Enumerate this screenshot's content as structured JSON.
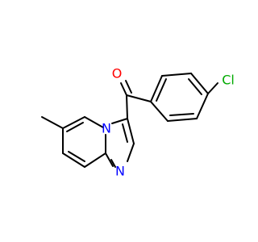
{
  "molecule": {
    "atoms": {
      "oxygen": {
        "symbol": "O",
        "color": "#ff0000"
      },
      "chlorine": {
        "symbol": "Cl",
        "color": "#00aa00"
      },
      "nitrogen_bridge": {
        "symbol": "N",
        "color": "#0000ff"
      },
      "nitrogen_ring": {
        "symbol": "N",
        "color": "#0000ff"
      }
    },
    "bond_color": "#000000",
    "background": "#ffffff"
  }
}
